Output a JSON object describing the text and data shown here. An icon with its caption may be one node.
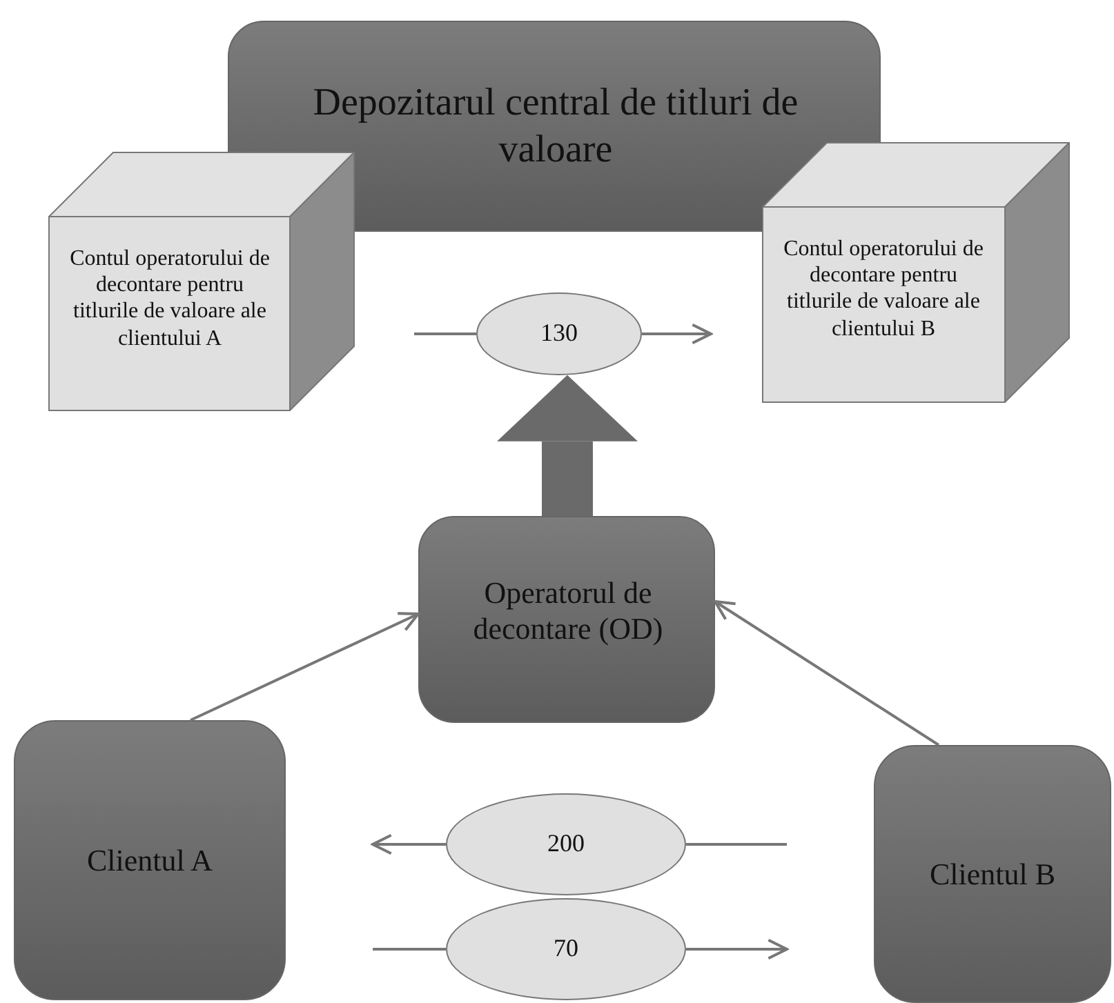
{
  "diagram": {
    "nodes": [
      {
        "text": [
          "Depozitarul central de titluri de valoare"
        ]
      },
      {
        "text": [
          "Contul operatorului de decontare pentru titlurile de valoare ale clientului A"
        ]
      },
      {
        "text": [
          "Contul operatorului de decontare pentru titlurile de valoare ale clientului B"
        ]
      },
      {
        "text": [
          "130"
        ]
      },
      {
        "text": [
          "Operatorul de decontare (OD)"
        ]
      },
      {
        "text": [
          "Clientul A"
        ]
      },
      {
        "text": [
          "Clientul B"
        ]
      },
      {
        "text": [
          "200"
        ]
      },
      {
        "text": [
          "70"
        ]
      }
    ],
    "edges": [
      {
        "from": null,
        "to": 3,
        "arrow": "none"
      },
      {
        "from": 3,
        "to": null,
        "arrow": "to"
      },
      {
        "from": 4,
        "to": 3,
        "arrow": "to",
        "style": "thick"
      },
      {
        "from": 5,
        "to": 4,
        "arrow": "to"
      },
      {
        "from": 6,
        "to": 4,
        "arrow": "to"
      },
      {
        "from": null,
        "to": 7,
        "arrow": "none"
      },
      {
        "from": 7,
        "to": null,
        "arrow": "to"
      },
      {
        "from": null,
        "to": 8,
        "arrow": "none"
      },
      {
        "from": 8,
        "to": null,
        "arrow": "to"
      }
    ]
  }
}
